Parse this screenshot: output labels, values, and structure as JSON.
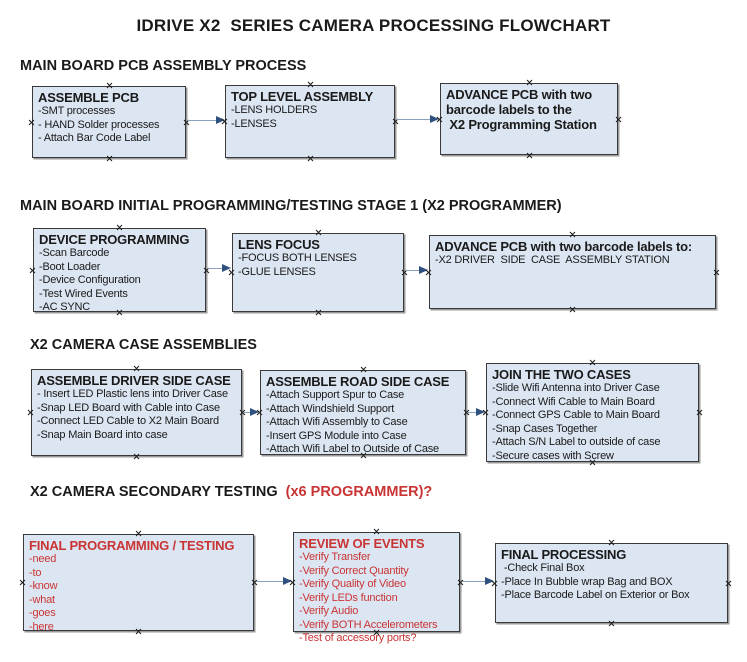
{
  "title": "IDRIVE X2  SERIES CAMERA PROCESSING FLOWCHART",
  "colors": {
    "box_fill": "#dce6f2",
    "box_border": "#3a3a3a",
    "arrow_line": "#8aa2c0",
    "arrow_head": "#2f5180",
    "red_text": "#c93434",
    "black_text": "#1a1a1a"
  },
  "sections": [
    {
      "heading": "MAIN BOARD PCB ASSEMBLY PROCESS",
      "boxes": [
        {
          "title": "ASSEMBLE PCB",
          "items": [
            "-SMT processes",
            "- HAND Solder processes",
            "- Attach Bar Code Label"
          ]
        },
        {
          "title": "TOP LEVEL ASSEMBLY",
          "items": [
            "-LENS HOLDERS",
            "-LENSES"
          ]
        },
        {
          "title_lines": [
            "ADVANCE PCB with two",
            "barcode labels to the",
            " X2 Programming Station"
          ]
        }
      ]
    },
    {
      "heading": "MAIN BOARD INITIAL PROGRAMMING/TESTING STAGE 1 (X2 PROGRAMMER)",
      "boxes": [
        {
          "title": "DEVICE PROGRAMMING",
          "items": [
            "-Scan Barcode",
            "-Boot Loader",
            "-Device Configuration",
            "-Test Wired Events",
            "-AC SYNC"
          ]
        },
        {
          "title": "LENS FOCUS",
          "items": [
            "-FOCUS BOTH LENSES",
            "-GLUE LENSES"
          ]
        },
        {
          "title": "ADVANCE PCB with two barcode labels to:",
          "items": [
            "-X2 DRIVER  SIDE  CASE  ASSEMBLY STATION"
          ]
        }
      ]
    },
    {
      "heading": "X2 CAMERA CASE ASSEMBLIES",
      "boxes": [
        {
          "title": "ASSEMBLE DRIVER SIDE CASE",
          "items": [
            "- Insert LED Plastic lens into Driver Case",
            "-Snap LED Board with Cable into Case",
            "-Connect LED Cable to X2 Main Board",
            "-Snap Main Board into case"
          ]
        },
        {
          "title": "ASSEMBLE ROAD SIDE CASE",
          "items": [
            "-Attach Support Spur to Case",
            "-Attach Windshield Support",
            "-Attach Wifi Assembly to Case",
            "-Insert GPS Module into Case",
            "-Attach Wifi Label to Outside of Case"
          ]
        },
        {
          "title": "JOIN THE TWO CASES",
          "items": [
            "-Slide Wifi Antenna into Driver Case",
            "-Connect Wifi Cable to Main Board",
            "-Connect GPS Cable to Main Board",
            "-Snap Cases Together",
            "-Attach S/N Label to outside of case",
            "-Secure cases with Screw"
          ]
        }
      ]
    },
    {
      "heading_black": "X2 CAMERA SECONDARY TESTING ",
      "heading_red": " (x6 PROGRAMMER)?",
      "boxes": [
        {
          "title": "FINAL PROGRAMMING / TESTING",
          "items": [
            "-need",
            "-to",
            "-know",
            "-what",
            "-goes",
            "-here"
          ]
        },
        {
          "title": "REVIEW OF EVENTS",
          "items": [
            "-Verify Transfer",
            "-Verify Correct Quantity",
            "-Verify Quality of Video",
            "-Verify LEDs function",
            "-Verify Audio",
            "-Verify BOTH Accelerometers",
            "-Test of accessory ports?"
          ]
        },
        {
          "title": "FINAL PROCESSING",
          "items": [
            " -Check Final Box",
            "-Place In Bubble wrap Bag and BOX",
            "-Place Barcode Label on Exterior or Box"
          ]
        }
      ]
    }
  ]
}
